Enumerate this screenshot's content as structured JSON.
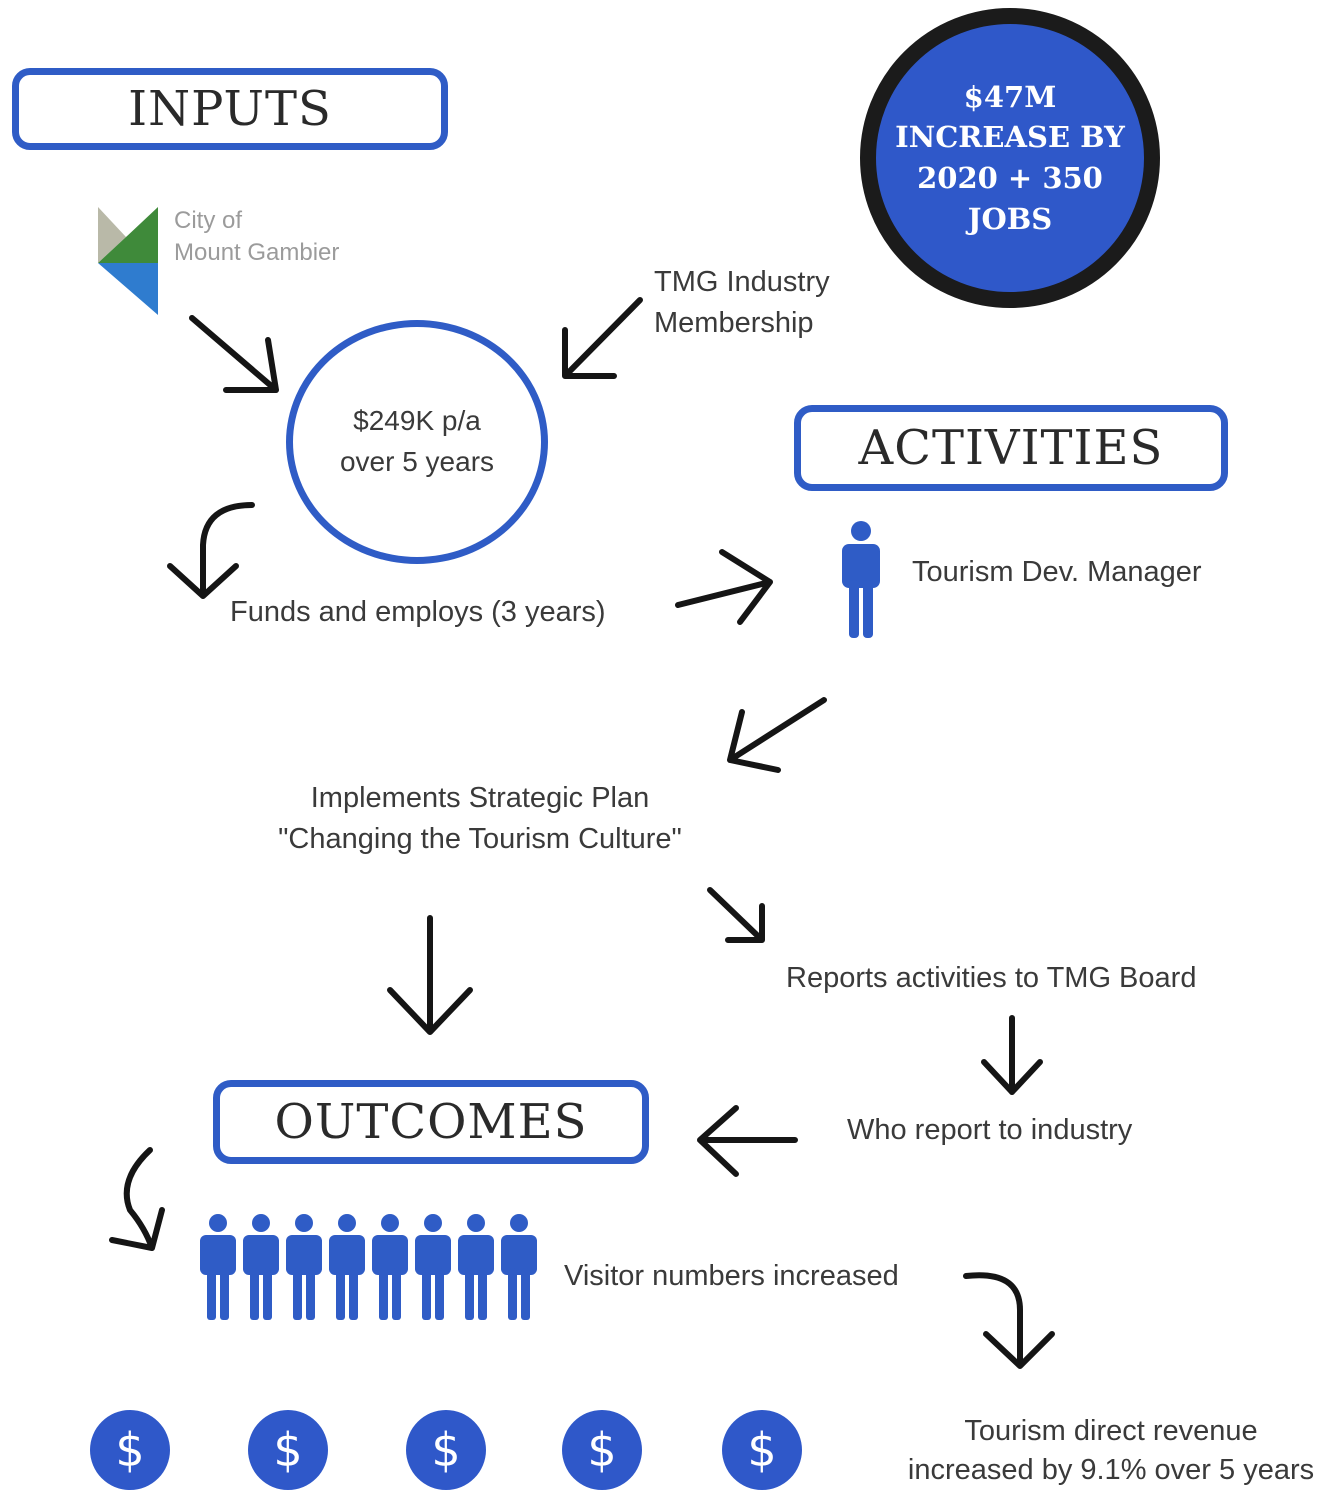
{
  "inputs_heading": "INPUTS",
  "activities_heading": "ACTIVITIES",
  "outcomes_heading": "OUTCOMES",
  "target_badge": "$47M INCREASE BY 2020 + 350 JOBS",
  "council_logo": {
    "line1": "City of",
    "line2": "Mount Gambier"
  },
  "membership": {
    "line1": "TMG Industry",
    "line2": "Membership"
  },
  "funding": {
    "line1": "$249K p/a",
    "line2": "over 5 years"
  },
  "funds_employs": "Funds and employs (3 years)",
  "manager": "Tourism Dev. Manager",
  "strategic_plan": {
    "line1": "Implements Strategic Plan",
    "line2": "\"Changing the Tourism Culture\""
  },
  "reports_board": "Reports activities to TMG Board",
  "report_industry": "Who report to industry",
  "visitors": "Visitor numbers increased",
  "revenue": {
    "line1": "Tourism direct revenue",
    "line2": "increased by 9.1% over 5 years"
  },
  "coin_symbol": "$",
  "colors": {
    "accent": "#2f5cc6",
    "badge_ring": "#1b1b1b",
    "logo_green": "#3f8a3a",
    "logo_grey": "#b9b9a8"
  }
}
